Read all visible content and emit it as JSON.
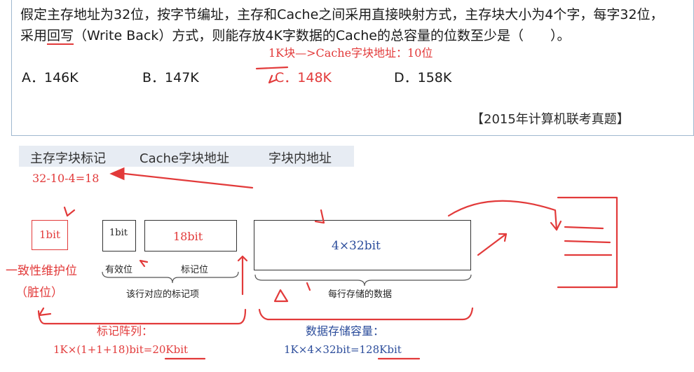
{
  "question": {
    "line1": "假定主存地址为32位，按字节编址，主存和Cache之间采用直接映射方式，主存块大小为4个字，每字32位，",
    "line2_prefix": "采用",
    "line2_underlined": "回写",
    "line2_suffix": "（Write Back）方式，则能存放4K字数据的Cache的总容量的位数至少是（　　）。",
    "hint": "1K块—>Cache字块地址：10位",
    "options": [
      "A．146K",
      "B．147K",
      "C．148K",
      "D．158K"
    ],
    "source": "【2015年计算机联考真题】"
  },
  "address_format": {
    "fields": [
      "主存字块标记",
      "Cache字块地址",
      "字块内地址"
    ],
    "tag_calc": "32-10-4=18"
  },
  "cache_line": {
    "dirty_bit": "1bit",
    "valid_bit": "1bit",
    "tag_bits": "18bit",
    "data_bits": "4×32bit",
    "valid_label": "有效位",
    "tag_label": "标记位",
    "dirty_label": "一致性维护位",
    "dirty_label_paren": "（脏位）",
    "tag_entry_label": "该行对应的标记项",
    "data_label": "每行存储的数据"
  },
  "results": {
    "tag_array_title": "标记阵列：",
    "tag_array_formula": "1K×(1+1+18)bit=20Kbit",
    "data_title": "数据存储容量：",
    "data_formula": "1K×4×32bit=128Kbit"
  },
  "colors": {
    "annotation_red": "#e23a3a",
    "blue_text": "#2b4c9b",
    "bar_bg": "#e7ecf3"
  }
}
